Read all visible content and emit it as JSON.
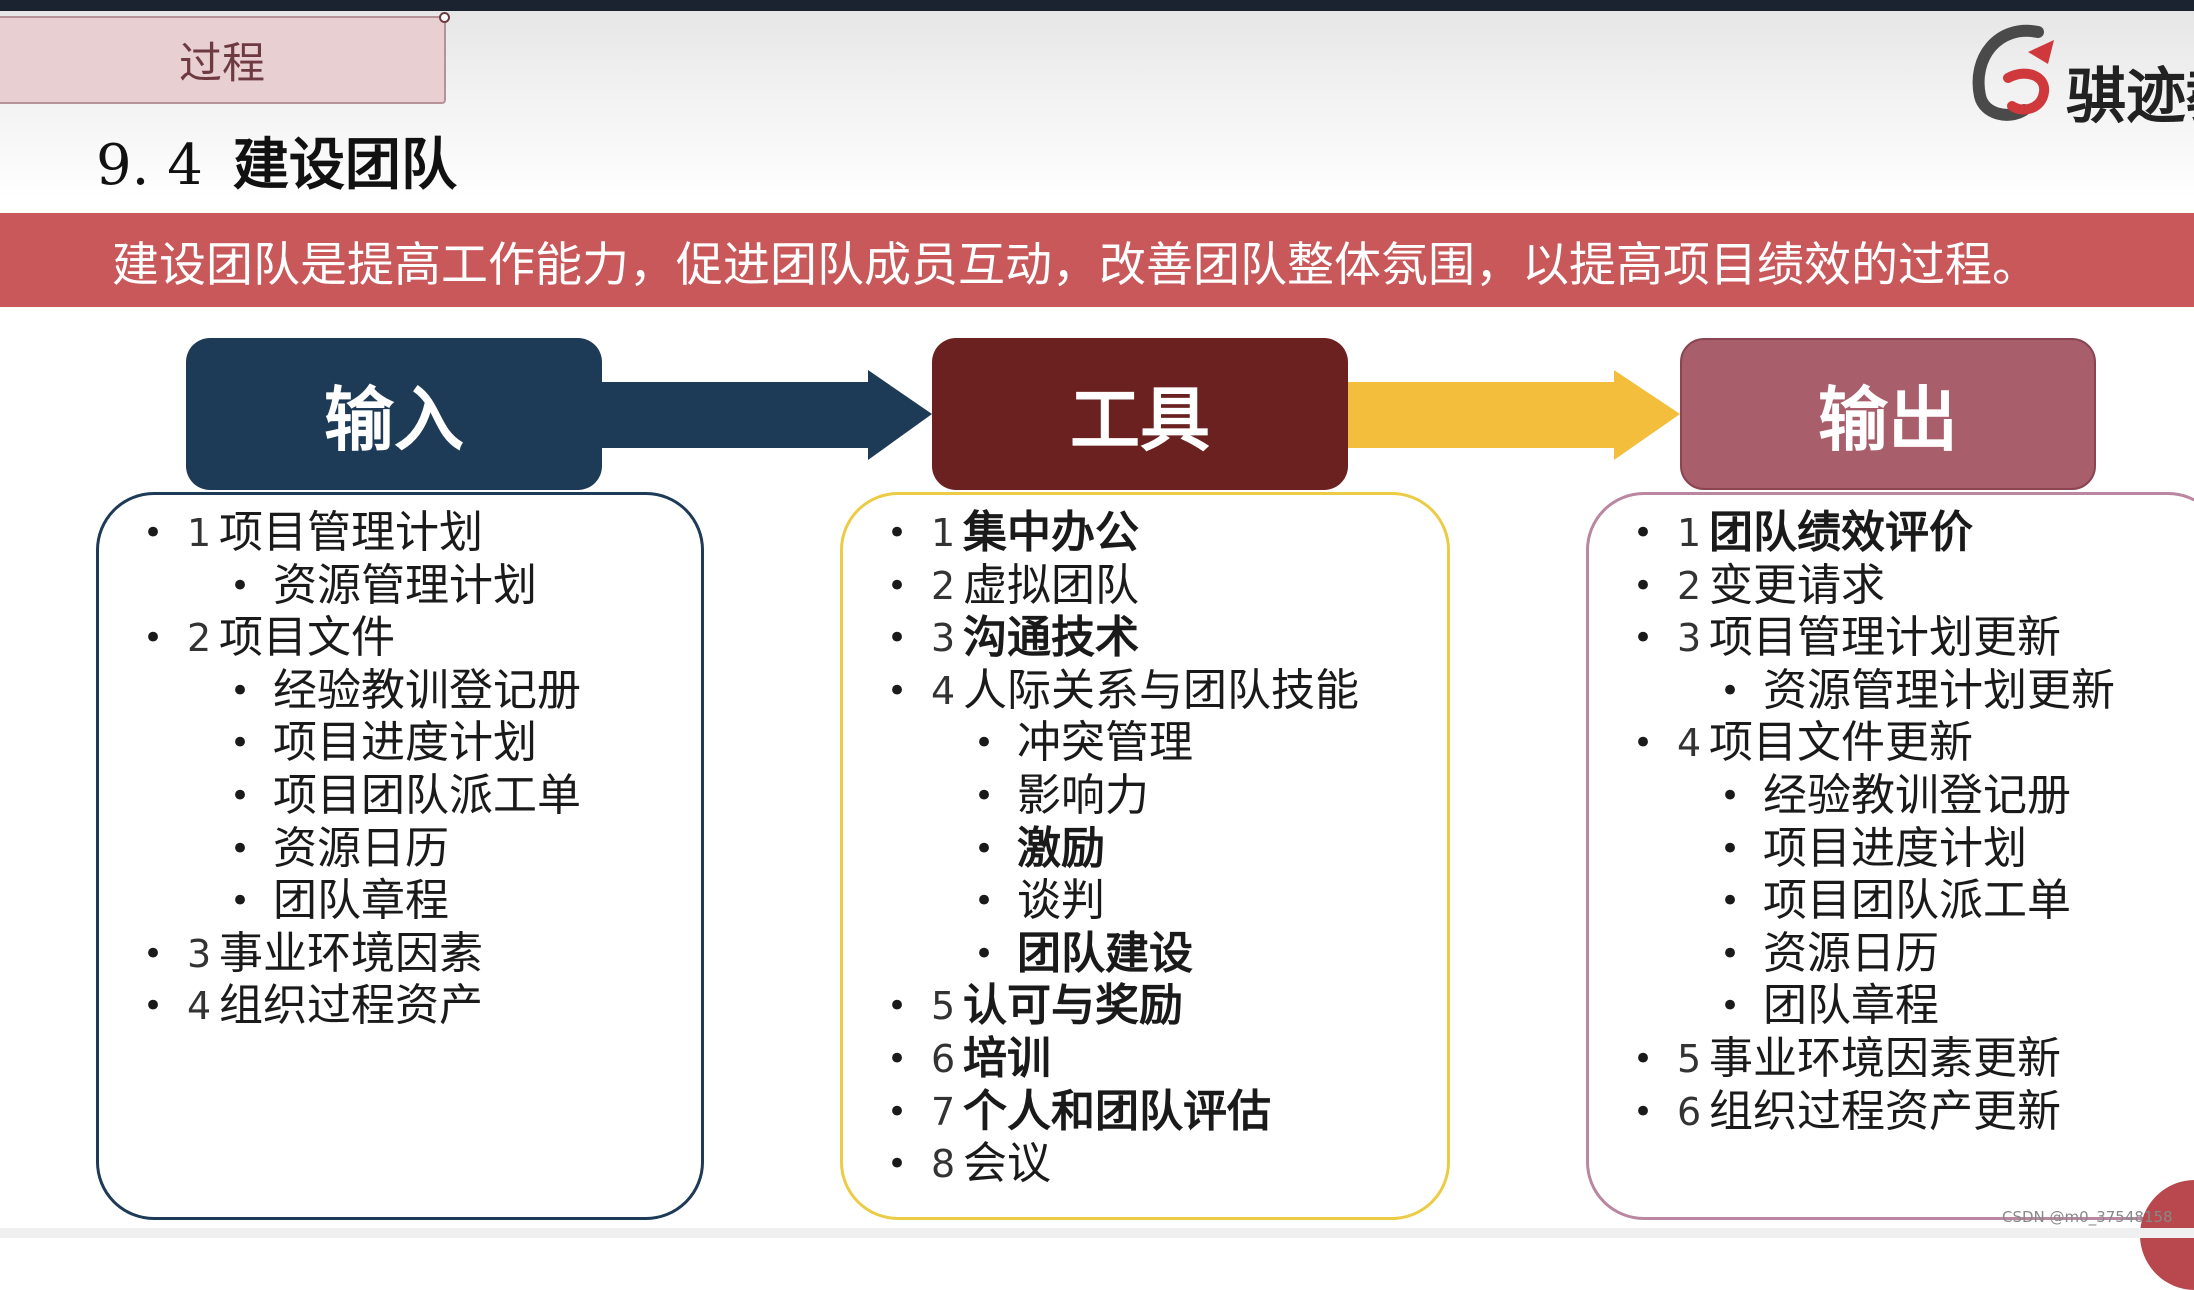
{
  "header": {
    "process_tab": "过程",
    "logo_text": "骐迹教",
    "section_number": "9. 4",
    "section_name": "建设团队"
  },
  "banner": {
    "text": "建设团队是提高工作能力，促进团队成员互动，改善团队整体氛围，以提高项目绩效的过程。"
  },
  "colors": {
    "input": "#1d3a56",
    "tools": "#6b211f",
    "output": "#a85e6b",
    "banner": "#c9585a",
    "arrow1": "#1d3a56",
    "arrow2": "#f2be3c"
  },
  "columns": {
    "input": {
      "title": "输入",
      "items": [
        {
          "num": "1",
          "text": "项目管理计划",
          "level": 1,
          "bold": false
        },
        {
          "num": "",
          "text": "资源管理计划",
          "level": 2,
          "bold": false
        },
        {
          "num": "2",
          "text": "项目文件",
          "level": 1,
          "bold": false
        },
        {
          "num": "",
          "text": "经验教训登记册",
          "level": 2,
          "bold": false
        },
        {
          "num": "",
          "text": "项目进度计划",
          "level": 2,
          "bold": false
        },
        {
          "num": "",
          "text": "项目团队派工单",
          "level": 2,
          "bold": false
        },
        {
          "num": "",
          "text": "资源日历",
          "level": 2,
          "bold": false
        },
        {
          "num": "",
          "text": "团队章程",
          "level": 2,
          "bold": false
        },
        {
          "num": "3",
          "text": "事业环境因素",
          "level": 1,
          "bold": false
        },
        {
          "num": "4",
          "text": "组织过程资产",
          "level": 1,
          "bold": false
        }
      ]
    },
    "tools": {
      "title": "工具",
      "items": [
        {
          "num": "1",
          "text": "集中办公",
          "level": 1,
          "bold": true
        },
        {
          "num": "2",
          "text": "虚拟团队",
          "level": 1,
          "bold": false
        },
        {
          "num": "3",
          "text": "沟通技术",
          "level": 1,
          "bold": true
        },
        {
          "num": "4",
          "text": "人际关系与团队技能",
          "level": 1,
          "bold": false
        },
        {
          "num": "",
          "text": "冲突管理",
          "level": 2,
          "bold": false
        },
        {
          "num": "",
          "text": "影响力",
          "level": 2,
          "bold": false
        },
        {
          "num": "",
          "text": "激励",
          "level": 2,
          "bold": true
        },
        {
          "num": "",
          "text": "谈判",
          "level": 2,
          "bold": false
        },
        {
          "num": "",
          "text": "团队建设",
          "level": 2,
          "bold": true
        },
        {
          "num": "5",
          "text": "认可与奖励",
          "level": 1,
          "bold": true
        },
        {
          "num": "6",
          "text": "培训",
          "level": 1,
          "bold": true
        },
        {
          "num": "7",
          "text": "个人和团队评估",
          "level": 1,
          "bold": true
        },
        {
          "num": "8",
          "text": "会议",
          "level": 1,
          "bold": false
        }
      ]
    },
    "output": {
      "title": "输出",
      "items": [
        {
          "num": "1",
          "text": "团队绩效评价",
          "level": 1,
          "bold": true
        },
        {
          "num": "2",
          "text": "变更请求",
          "level": 1,
          "bold": false
        },
        {
          "num": "3",
          "text": "项目管理计划更新",
          "level": 1,
          "bold": false
        },
        {
          "num": "",
          "text": "资源管理计划更新",
          "level": 2,
          "bold": false
        },
        {
          "num": "4",
          "text": "项目文件更新",
          "level": 1,
          "bold": false
        },
        {
          "num": "",
          "text": "经验教训登记册",
          "level": 2,
          "bold": false
        },
        {
          "num": "",
          "text": "项目进度计划",
          "level": 2,
          "bold": false
        },
        {
          "num": "",
          "text": "项目团队派工单",
          "level": 2,
          "bold": false
        },
        {
          "num": "",
          "text": "资源日历",
          "level": 2,
          "bold": false
        },
        {
          "num": "",
          "text": "团队章程",
          "level": 2,
          "bold": false
        },
        {
          "num": "5",
          "text": "事业环境因素更新",
          "level": 1,
          "bold": false
        },
        {
          "num": "6",
          "text": "组织过程资产更新",
          "level": 1,
          "bold": false
        }
      ]
    }
  },
  "watermark": "CSDN @m0_37548158"
}
